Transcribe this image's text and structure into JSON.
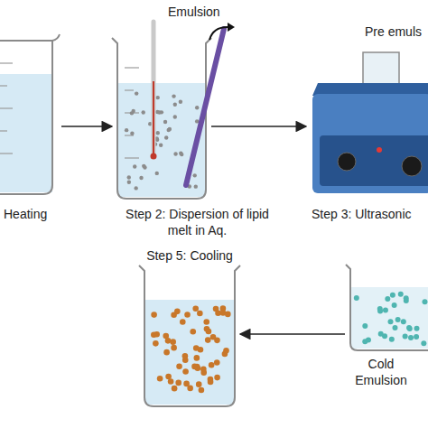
{
  "diagram": {
    "nodes": [
      {
        "text": [
          "Heating"
        ]
      },
      {
        "text": [
          "Step 2: Dispersion of lipid melt in Aq."
        ]
      },
      {
        "text": [
          "Step 3: Ultrasonic"
        ]
      },
      {
        "text": [
          "Step 5: Cooling"
        ]
      },
      {
        "text": [
          "Cold Emulsion"
        ]
      }
    ],
    "edges": [
      {
        "from": 0,
        "to": 1,
        "arrow": "to"
      },
      {
        "from": 1,
        "to": 2,
        "arrow": "to"
      },
      {
        "from": 4,
        "to": 3,
        "arrow": "to"
      }
    ],
    "labels": [
      "Emulsion",
      "Pre emuls"
    ]
  }
}
